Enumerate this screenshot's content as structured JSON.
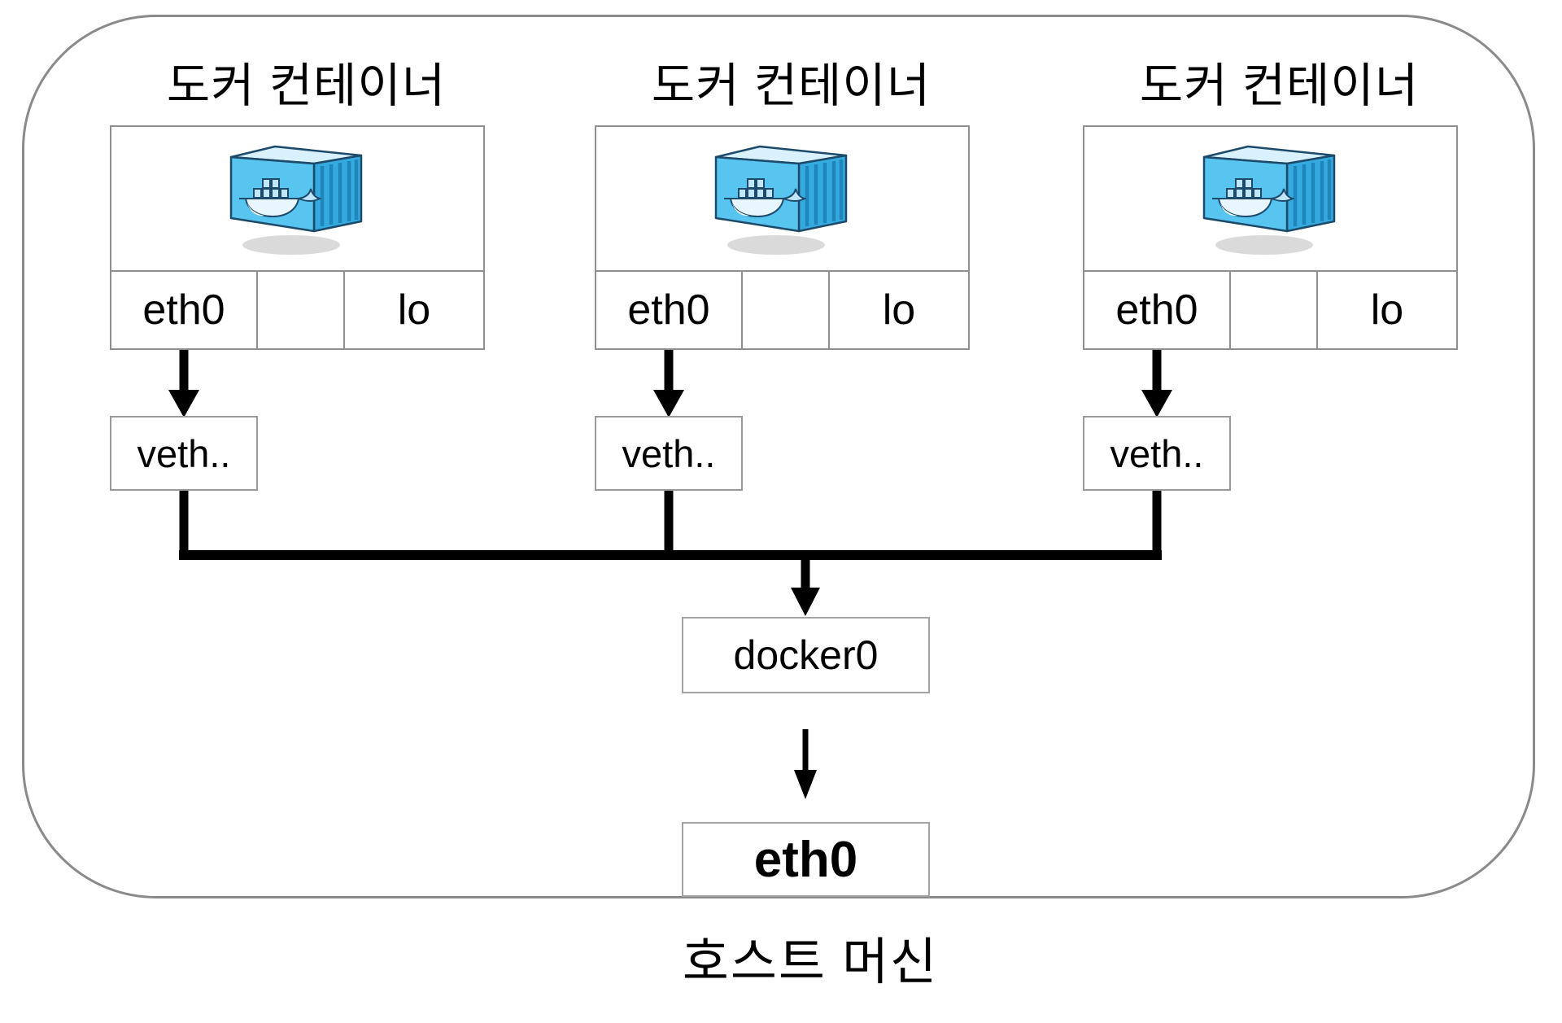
{
  "containers": [
    {
      "title": "도커 컨테이너",
      "eth0": "eth0",
      "lo": "lo",
      "veth": "veth.."
    },
    {
      "title": "도커 컨테이너",
      "eth0": "eth0",
      "lo": "lo",
      "veth": "veth.."
    },
    {
      "title": "도커 컨테이너",
      "eth0": "eth0",
      "lo": "lo",
      "veth": "veth.."
    }
  ],
  "host": {
    "bridge_label": "docker0",
    "eth0_label": "eth0",
    "label": "호스트 머신"
  },
  "icons": {
    "container_icon": "docker-container-icon"
  },
  "colors": {
    "box_border_gray": "#8f8f8f",
    "host_border_gray": "#8a8a8a",
    "line_black": "#000000",
    "docker_front_blue": "#58c5f0",
    "docker_side_blue": "#35aadf",
    "docker_top_blue": "#d9f1fc",
    "docker_outline_navy": "#1d4a6b",
    "text_black": "#000000"
  }
}
